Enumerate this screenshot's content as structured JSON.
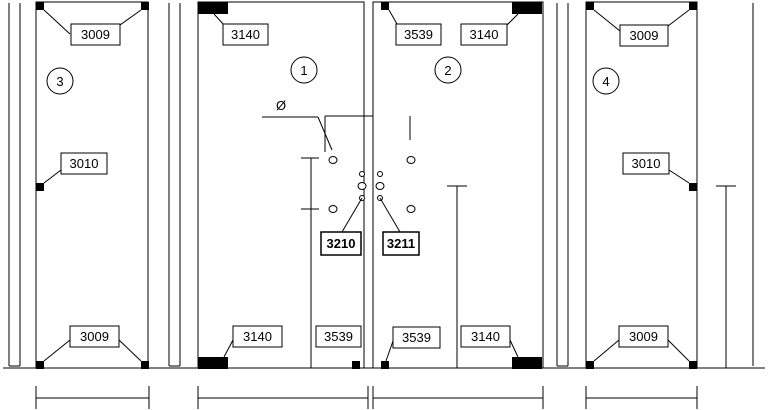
{
  "panels": [
    {
      "number": "3",
      "top_labels": [
        "3009"
      ],
      "middle_label": "3010",
      "bottom_labels": [
        "3009"
      ]
    },
    {
      "number": "1",
      "top_labels": [
        "3140"
      ],
      "bottom_labels": [
        "3140",
        "3539"
      ],
      "center_label": "3210",
      "diameter_symbol": "Ø"
    },
    {
      "number": "2",
      "top_labels": [
        "3539",
        "3140"
      ],
      "bottom_labels": [
        "3539",
        "3140"
      ],
      "center_label": "3211"
    },
    {
      "number": "4",
      "top_labels": [
        "3009"
      ],
      "middle_label": "3010",
      "bottom_labels": [
        "3009"
      ]
    }
  ],
  "colors": {
    "line": "#000000",
    "background": "#ffffff"
  }
}
